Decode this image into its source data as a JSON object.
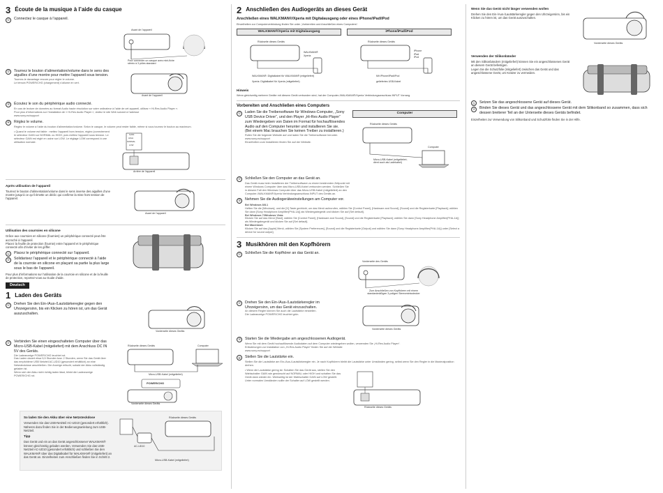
{
  "col1": {
    "s3": {
      "num": "3",
      "title": "Écoute de la musique à l’aide du casque",
      "step1": {
        "n": "①",
        "text": "Connectez le casque à l’appareil."
      },
      "fig1": {
        "front": "Avant de l’appareil",
        "plug": "Pour connecter un casque avec mini-fiche stéréo à 3 pôles standard"
      },
      "step2": {
        "n": "②",
        "text": "Tournez le bouton d’alimentation/volume dans le sens des aiguilles d’une montre pour mettre l’appareil sous tension.",
        "note": "Tournez-le davantage encore pour régler le volume.\nLe témoin POWER/CHG (chargement) s’allume en vert."
      },
      "fig2": {
        "front": "Avant de l’appareil"
      },
      "step3": {
        "n": "③",
        "text": "Écoutez le son du périphérique audio connecté.",
        "note": "En cas de lecture de données au format Audio haute résolution sur votre ordinateur à l’aide de cet appareil, utilisez « Hi-Res Audio Player ».\nPour plus d’informations sur l’installation de « Hi-Res Audio Player », visitez le site Web suivant à l’adresse\nwww.sony.eu/support"
      },
      "step4": {
        "n": "④",
        "text": "Réglez le volume.",
        "note": "Réglez le volume à l’aide du bouton d’alimentation/volume. Selon le casque, le volume peut rester faible, même si vous tournez le bouton au maximum."
      },
      "bullet": "• Quand le volume est faible : mettez l’appareil hors tension, réglez (correctement le sélecteur GAIN sur NORMAL ou HIGH, puis mettez l’appareil sous tension. Le sélecteur GAIN est réglé en usine sur LOW. Le réglage LOW correspond à une utilisation normale.",
      "fig4": {
        "rear": "Arrière de l’appareil",
        "gain": "GAIN",
        "high": "HIGH",
        "normal": "NORMAL",
        "low": "LOW"
      }
    },
    "after": {
      "title": "Après utilisation de l’appareil",
      "text": "Tournez le bouton d’alimentation/volume dans le sens inverse des aiguilles d’une montre jusqu’à ce qu’il émette un déclic qui confirme la mise hors tension de l’appareil.",
      "fig": "Avant de l’appareil"
    },
    "silicone": {
      "title": "Utilisation des courroies en silicone",
      "text": "Grâce aux courroies en silicone (fournies) un périphérique connecté peut être accroché à l’appareil.\nPlacez la feuille de protection (fournie) entre l’appareil et le périphérique connecté afin d’éviter de les griffer.",
      "s1": "Placez le périphérique connecté sur l’appareil.",
      "s2": "Solidarisez l’appareil et le périphérique connecté à l’aide de la courroie en silicone en plaçant sa partie la plus large sous le bas de l’appareil.",
      "more": "Pour plus d’informations sur l’utilisation de la courroie en silicone et de la feuille de protection, reportez-vous au Guide d’aide."
    },
    "lang": "Deutsch",
    "s1": {
      "num": "1",
      "title": "Laden des Geräts",
      "step1": {
        "n": "①",
        "text": "Drehen Sie den Ein-/Aus-/Lautstärkeregler gegen den Uhrzeigersinn, bis ein Klicken zu hören ist, um das Gerät auszuschalten."
      },
      "fig1": "Vorderseite dieses Geräts",
      "step2": {
        "n": "②",
        "text": "Verbinden Sie einen eingeschalteten Computer über das Micro-USB-Kabel (mitgeliefert) mit dem Anschluss DC IN 5V des Geräts.",
        "note": "Die Ladeanzeige POWER/CHG leuchtet rot.\nDas Laden dauert etwa 5,5 Stunden bzw. 2 Stunden, wenn Sie das Gerät über das empfohlene USB Netzteil AC-UD10 (gesondert erhältlich) an eine Netzsteckdose anschließen. Die Anzeige erlischt, sobald der Akku vollständig geladen ist.\nWenn sich der Akku nicht richtig laden lässt, blinkt die Ladeanzeige POWER/CHG rot."
      },
      "fig2": {
        "rear": "Rückseite dieses Geräts",
        "pc": "Computer",
        "cable": "Micro-USB-Kabel (mitgeliefert)"
      },
      "fig3": {
        "power": "POWER/CHG",
        "front": "Vorderseite dieses Geräts"
      },
      "box": {
        "title": "So laden Sie den Akku über eine Netzsteckdose",
        "text": "Verwenden Sie das USB-Netzteil AC-UD10 (gesondert erhältlich). Näheres dazu finden Sie in der Bedienungsanleitung zum USB-Netzteil.",
        "tip": "Tipp",
        "tiptext": "Das Gerät und ein an das Gerät angeschlossener WALKMAN® können gleichzeitig geladen werden. Verwenden Sie das USB-Netzteil AC-UD10 (gesondert erhältlich) und schließen Sie den WALKMAN® über das Digitalkabel für WALKMAN® (mitgeliefert) an das Gerät an. Einzelheiten zum Anschließen finden Sie in Schritt 2.",
        "rear": "Rückseite dieses Geräts",
        "adapter": "AC-UD10",
        "cable": "Micro-USB-Kabel (mitgeliefert)"
      }
    }
  },
  "col2": {
    "s2": {
      "num": "2",
      "title": "Anschließen des Audiogeräts an dieses Gerät",
      "subtitle": "Anschließen eines WALKMAN®/Xperia mit Digitalausgang oder eines iPhone/iPad/iPod",
      "intro": "Einzelheiten zur Computerverbindung finden Sie unter „Vorbereiten und Anschließen eines Computers“.",
      "walkman": {
        "head": "WALKMAN®/Xperia mit Digitalausgang",
        "rear": "Rückseite dieses Geräts",
        "dev": "WALKMAN®\nXperia",
        "c1": "WALKMAN®: Digitalkabel für WALKMAN® (mitgeliefert)",
        "c2": "Xperia: Digitalkabel für Xperia (mitgeliefert)"
      },
      "iphone": {
        "head": "iPhone/iPad/iPod",
        "rear": "Rückseite dieses Geräts",
        "dev": "iPhone\niPad\niPod",
        "c1": "Mit iPhone/iPad/iPod",
        "c2": "geliefertes USB-Kabel"
      },
      "hinweis": "Hinweis",
      "hinweistext": "Wenn gleichzeitig mehrere Geräte mit diesem Gerät verbunden sind, hat der Computer-/WALKMAN®/Xperia Verbindungsanschluss INPUT Vorrang."
    },
    "pc": {
      "title": "Vorbereiten und Anschließen eines Computers",
      "step1": {
        "n": "①",
        "text": "Laden Sie die Treibersoftware für Windows-Computer, „Sony USB Device Driver“, und den Player „Hi-Res Audio Player“ zum Wiedergeben von Daten im Format für hochauflösendes Audio auf den Computer herunter und installieren Sie sie.\n(Bei einem Mac brauchen Sie keinen Treiber zu installieren.)",
        "note": "Rufen Sie die folgende Website auf und laden Sie die Treibersoftware herunter.\nwww.sony.eu/support\nEinzelheiten zum Installieren finden Sie auf der Website."
      },
      "head": "Computer",
      "rear": "Rückseite dieses Geräts",
      "pclabel": "Computer",
      "cable": "Micro-USB-Kabel (mitgeliefert; dient auch als Ladekabel)",
      "step2": {
        "n": "②",
        "text": "Schließen Sie den Computer an das Gerät an.",
        "note": "Das Gerät muss beim Installieren der Treibersoftware zu einem bestimmten Zeitpunkt mit einem Windows Computer über das Micro-USB-Kabel verbunden werden.\nSchließen Sie in diesem Fall den Windows Computer über das Micro-USB-Kabel (mitgeliefert) an den Computer-/WALKMAN®/Xperia Verbindungsanschluss INPUT des Geräts an."
      },
      "step3": {
        "n": "③",
        "text": "Nehmen Sie die Audiogeräteeinstellungen am Computer vor.",
        "w81": "Bei Windows 8/8.1",
        "w81t": "Heften Sie die [Windows]- und die [X]-Taste gedrückt, um das Menü aufzurufen, wählen Sie [Control Panel], [Hardware and Sound], [Sound] und die Registerkarte [Playback]; wählen Sie dann [Sony Headphone Amplifier(PHA-1A)] als Wiedergabegerät und klicken Sie auf [Set default].",
        "w7": "Bei Windows 7/Windows Vista",
        "w7t": "Klicken Sie auf das Menü [Start], wählen Sie [Control Panel], [Hardware and Sound], [Sound] und die Registerkarte [Playback]; wählen Sie dann [Sony Headphone Amplifier(PHA-1A)] als Wiedergabegerät und klicken Sie auf [Set default].",
        "mac": "Bei Macintosh",
        "mact": "Klicken Sie auf das [Apple] Menü, wählen Sie [System Preferences], [Sound] und die Registerkarte [Output] und wählen Sie dann [Sony Headphone Amplifier(PHA-1A)] unter [Select a device for sound output]."
      }
    },
    "s3": {
      "num": "3",
      "title": "Musikhören mit den Kopfhörern",
      "step1": {
        "n": "①",
        "text": "Schließen Sie die Kopfhörer an das Gerät an."
      },
      "fig1": {
        "front": "Vorderseite des Geräts",
        "plug": "Zum Anschließen von Kopfhörern mit einem standardmäßigen 3-poligen Stereominisstecker"
      },
      "step2": {
        "n": "②",
        "text": "Drehen Sie den Ein-/Aus-/Lautstärkeregler im Uhrzeigersinn, um das Gerät einzuschalten.",
        "note": "An diesem Regler können Sie auch die Lautstärke einstellen.\nDie Ladeanzeige POWER/CHG leuchtet grün."
      },
      "fig2": "Vorderseite dieses Geräts",
      "step3": {
        "n": "③",
        "text": "Starten Sie die Wiedergabe am angeschlossenen Audiogerät.",
        "note": "Wenn Sie mit dem Gerät hochauflösende Audiodaten auf dem Computer wiedergeben wollen, verwenden Sie „Hi-Res Audio Player“.\nErläuterungen zur Installation von „Hi-Res Audio Player“ finden Sie auf der Website\nwww.sony.eu/support"
      },
      "step4": {
        "n": "④",
        "text": "Stellen Sie die Lautstärke ein.",
        "note": "Stellen Sie die Lautstärke am Ein-/Aus-/Lautstärkeregler ein. Je nach Kopfhörern bleibt die Lautstärke unter Umständen gering, selbst wenn Sie den Regler in die Maximalposition drehen."
      },
      "bullet": "• Wenn die Lautstärke gering ist: Schalten Sie das Gerät aus, stellen Sie den Wahlschalter GAIN wie gewünscht auf NORMAL oder HIGH und schalten Sie das Gerät dann wieder ein. Werkseitig ist der Wahlschalter GAIN auf LOW gestellt. Unter normalen Umständen sollte der Schalter auf LOW gestellt werden.",
      "fig4": "Rückseite dieses Geräts"
    }
  },
  "col3": {
    "nouse": {
      "title": "Wenn Sie das Gerät nicht länger verwenden wollen",
      "text": "Drehen Sie den Ein-/Aus-/Lautstärkeregler gegen den Uhrzeigersinn, bis ein Klicken zu hören ist, um das Gerät auszuschalten.",
      "fig": "Vorderseite dieses Geräts"
    },
    "bands": {
      "title": "Verwenden der Silikonbänder",
      "text": "Mit den Silikonbändern (mitgeliefert) können Sie ein angeschlossenes Gerät an diesem Gerät befestigen.\nLegen Sie die Schutzfolie (mitgeliefert) zwischen das Gerät und das angeschlossene Gerät, um Kratzer zu vermeiden.",
      "s1": "Setzen Sie das angeschlossene Gerät auf dieses Gerät.",
      "s2": "Binden Sie dieses Gerät und das angeschlossene Gerät mit dem Silikonband so zusammen, dass sich dessen breiterer Teil an der Unterseite dieses Geräts befindet.",
      "more": "Einzelheiten zur Verwendung von Silikonband und Schutzfolie finden Sie in der Hilfe."
    }
  }
}
